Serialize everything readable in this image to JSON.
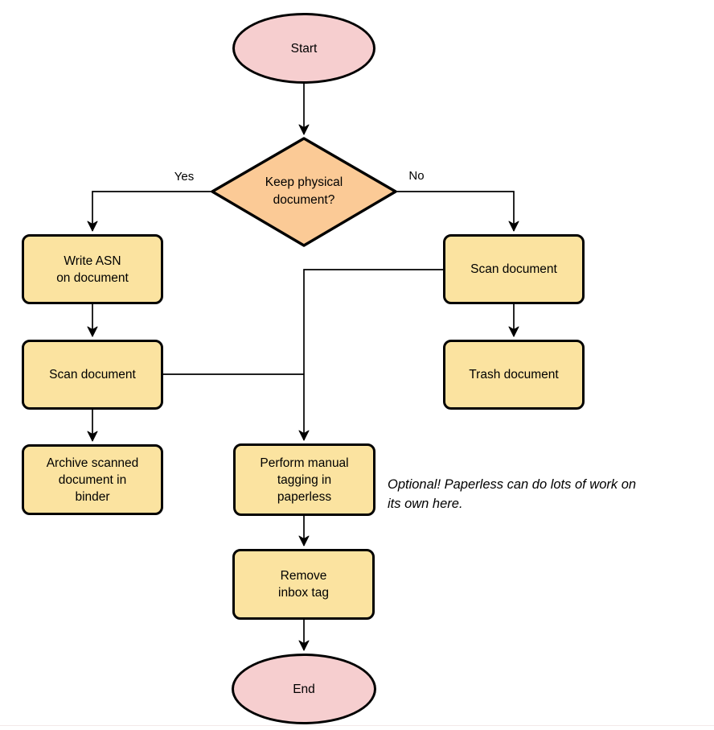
{
  "colors": {
    "background": "#ffffff",
    "stroke": "#000000",
    "terminal_fill": "#f6cecf",
    "decision_fill": "#fbca96",
    "process_fill": "#fbe3a0"
  },
  "nodes": {
    "start": {
      "type": "terminal",
      "label": "Start"
    },
    "decision": {
      "type": "decision",
      "lines": [
        "Keep physical",
        "document?"
      ]
    },
    "write_asn": {
      "type": "process",
      "lines": [
        "Write ASN",
        "on document"
      ]
    },
    "scan_left": {
      "type": "process",
      "label": "Scan document"
    },
    "archive": {
      "type": "process",
      "lines": [
        "Archive scanned",
        "document in",
        "binder"
      ]
    },
    "scan_right": {
      "type": "process",
      "label": "Scan document"
    },
    "trash": {
      "type": "process",
      "label": "Trash document"
    },
    "tagging": {
      "type": "process",
      "lines": [
        "Perform manual",
        "tagging in",
        "paperless"
      ]
    },
    "remove_inbox": {
      "type": "process",
      "lines": [
        "Remove",
        "inbox tag"
      ]
    },
    "end": {
      "type": "terminal",
      "label": "End"
    }
  },
  "edge_labels": {
    "yes": "Yes",
    "no": "No"
  },
  "annotation": {
    "lines": [
      "Optional! Paperless can do lots of work on",
      "its own here."
    ]
  }
}
